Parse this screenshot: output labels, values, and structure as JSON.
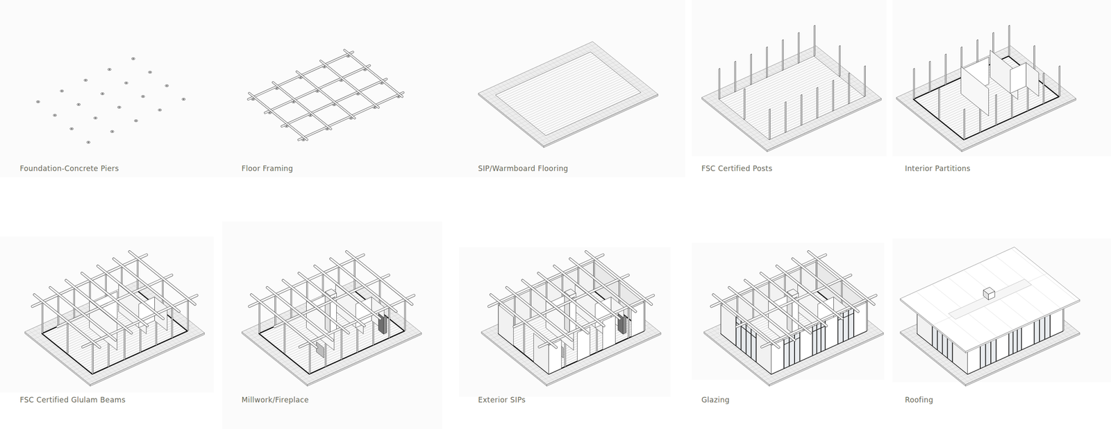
{
  "diagram": {
    "labels": [
      "Foundation-Concrete Piers",
      "Floor Framing",
      "SIP/Warmboard Flooring",
      "FSC Certified Posts",
      "Interior Partitions",
      "FSC Certified Glulam Beams",
      "Millwork/Fireplace",
      "Exterior SIPs",
      "Glazing",
      "Roofing"
    ]
  }
}
